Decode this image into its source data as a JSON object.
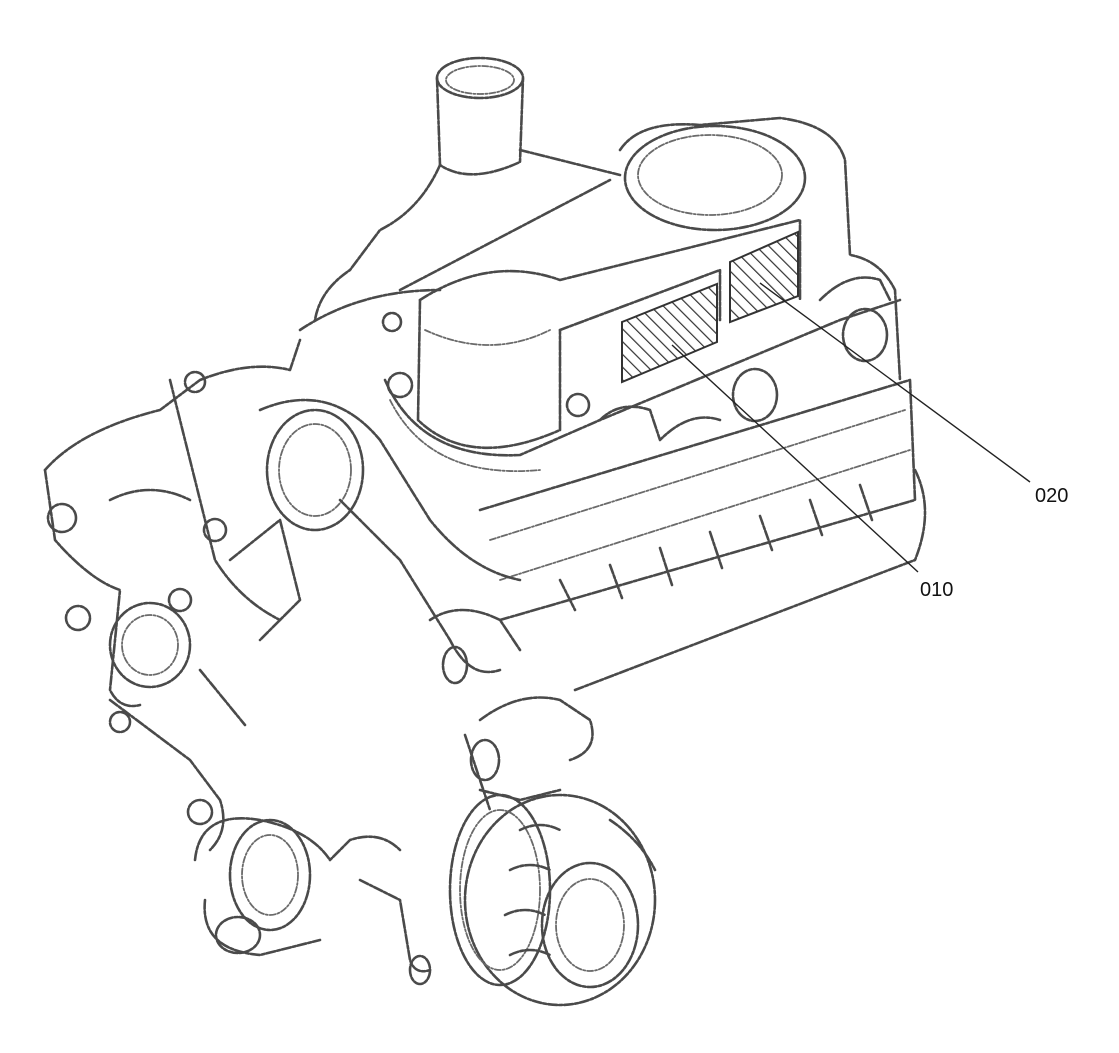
{
  "figure": {
    "labels": [
      {
        "id": "part-020",
        "text": "020"
      },
      {
        "id": "part-010",
        "text": "010"
      }
    ],
    "colors": {
      "line": "#4a4a4a",
      "label": "#111111",
      "background": "#ffffff"
    }
  }
}
